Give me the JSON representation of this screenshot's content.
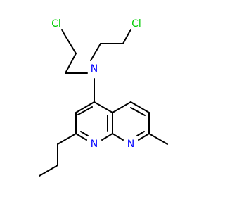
{
  "molecule": {
    "atoms": {
      "cl1": {
        "symbol": "Cl",
        "color": "#00cc00"
      },
      "cl2": {
        "symbol": "Cl",
        "color": "#00cc00"
      },
      "n_amine": {
        "symbol": "N",
        "color": "#0000ff"
      },
      "n1": {
        "symbol": "N",
        "color": "#0000ff"
      },
      "n8": {
        "symbol": "N",
        "color": "#0000ff"
      }
    },
    "colors": {
      "bond": "#000000",
      "background": "#ffffff"
    }
  }
}
